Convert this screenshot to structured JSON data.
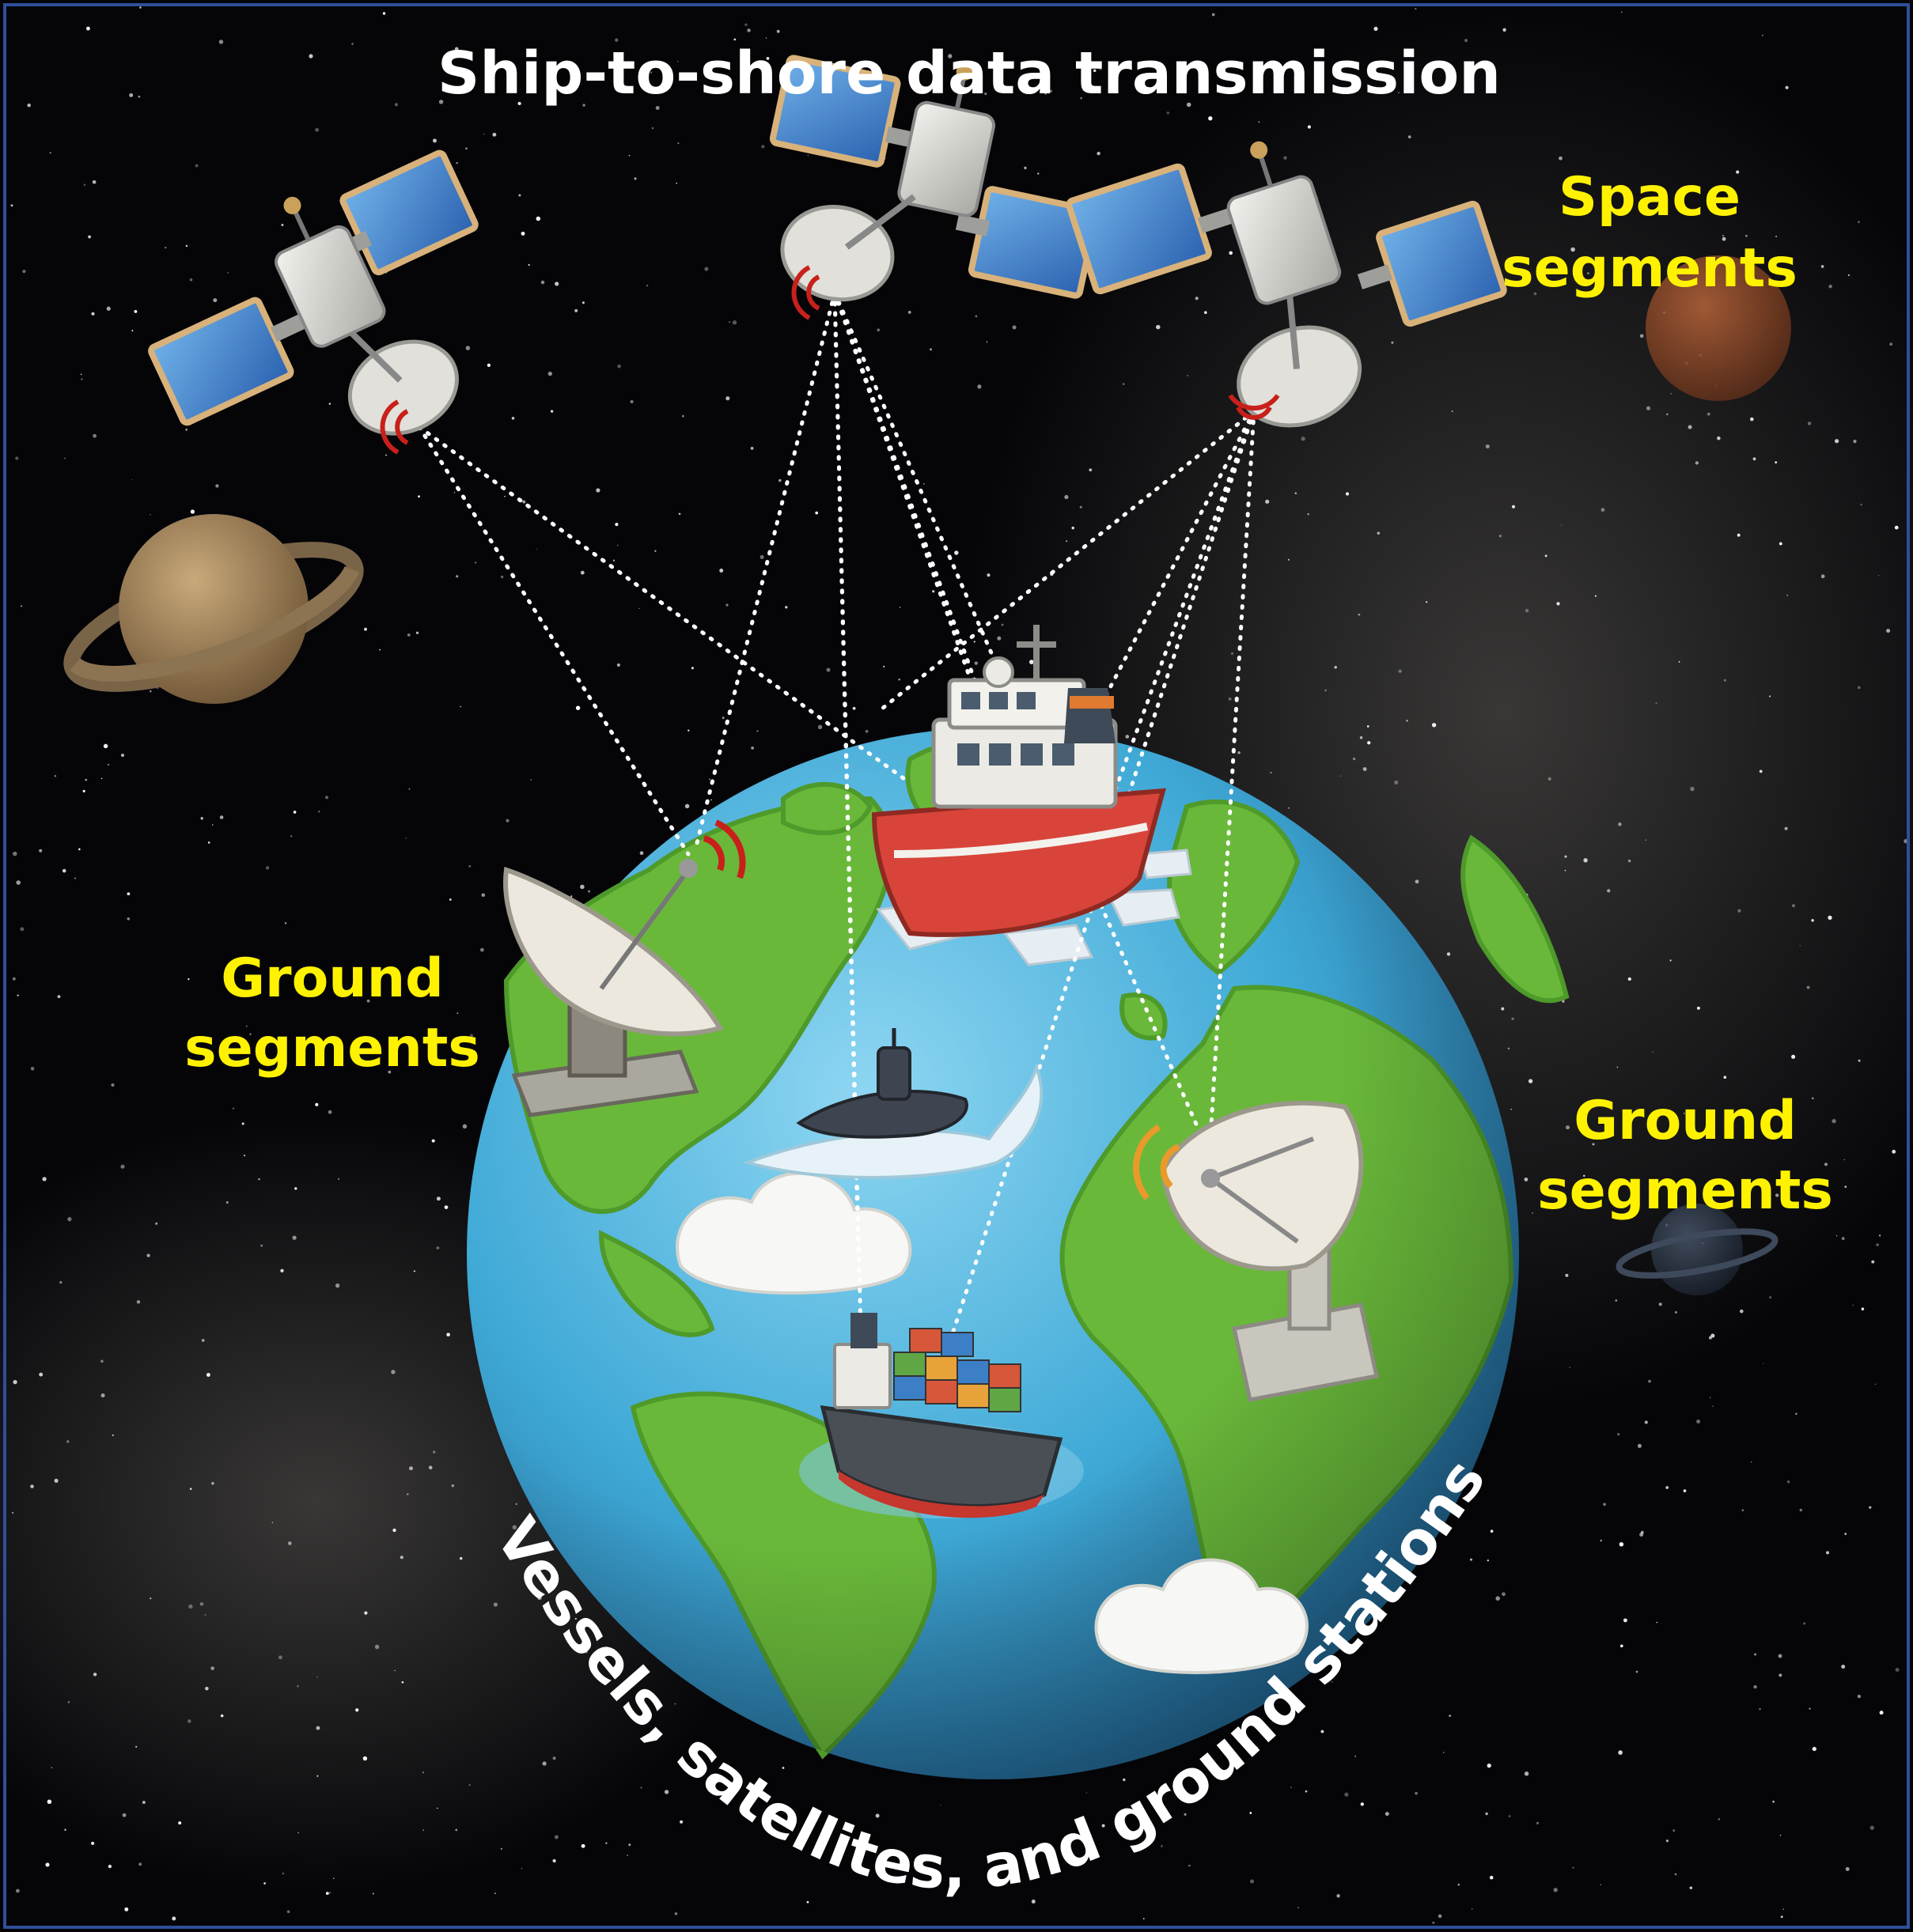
{
  "title": "Ship-to-shore data transmission",
  "labels": {
    "space_segments": [
      "Space",
      "segments"
    ],
    "ground_segments_left": [
      "Ground",
      "segments"
    ],
    "ground_segments_right": [
      "Ground",
      "segments"
    ],
    "arc_caption": "Vessels, satellites, and ground stations"
  },
  "colors": {
    "label_yellow": "#FFF200",
    "title_white": "#FFFFFF",
    "space": "#050508",
    "ocean": "#3FA9D6",
    "land": "#69B83A",
    "ship_red": "#D8443A",
    "link_line": "#FFFFFF"
  },
  "icons": [
    "satellite-icon",
    "ground-dish-icon",
    "icebreaker-ship-icon",
    "submarine-icon",
    "container-ship-icon",
    "cloud-icon",
    "ringed-planet-icon",
    "planet-icon",
    "signal-waves-icon"
  ]
}
